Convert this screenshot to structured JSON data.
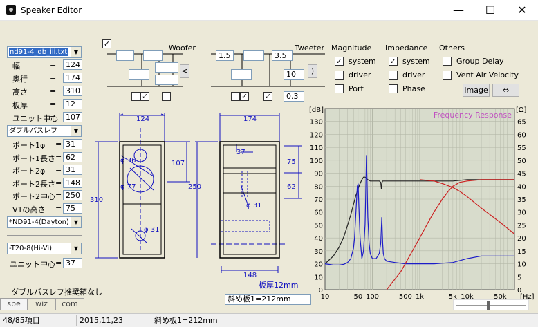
{
  "window": {
    "title": "Speaker Editor",
    "minimize": "—",
    "maximize": "☐",
    "close": "✕"
  },
  "left": {
    "driver_combo": "nd91-4_db_iii.txt",
    "dims": [
      {
        "label": "幅",
        "value": "124"
      },
      {
        "label": "奥行",
        "value": "174"
      },
      {
        "label": "高さ",
        "value": "310"
      },
      {
        "label": "板厚",
        "value": "12"
      },
      {
        "label": "ユニット中心",
        "value": "107"
      }
    ],
    "eq": "=",
    "enclosure_combo": "ダブルバスレフ",
    "ports": [
      {
        "label": "ポート1φ",
        "value": "31"
      },
      {
        "label": "ポート1長さ",
        "value": "62"
      },
      {
        "label": "ポート2φ",
        "value": "31"
      },
      {
        "label": "ポート2長さ",
        "value": "148"
      },
      {
        "label": "ポート2中心",
        "value": "250"
      },
      {
        "label": "V1の高さ",
        "value": "75"
      }
    ],
    "woofer_combo": "*ND91-4(Dayton)",
    "tweeter_combo": "-T20-8(Hi-Vi)",
    "tweeter_center_label": "ユニット中心",
    "tweeter_center_value": "37",
    "note": "ダブルバスレフ推奨箱なし"
  },
  "network": {
    "woofer_label": "Woofer",
    "tweeter_label": "Tweeter",
    "t_val1": "1.5",
    "t_val2": "3.5",
    "t_val3": "10",
    "t_val4": "0.3",
    "w_btn": "<",
    "t_btn": ")"
  },
  "drawing": {
    "width": "124",
    "depth": "174",
    "height": "310",
    "unit_center": "107",
    "port2_center": "250",
    "d_port1": "φ 36",
    "d_unit": "φ 77",
    "d_port_small": "φ 31",
    "d_side1": "37",
    "d_side_port": "φ 31",
    "v1": "75",
    "port1_len": "62",
    "port2_len": "148",
    "thickness_note": "板厚12mm",
    "slant_field": "斜め板1=212mm"
  },
  "options": {
    "magnitude_label": "Magnitude",
    "impedance_label": "Impedance",
    "others_label": "Others",
    "mag_items": [
      {
        "label": "system",
        "checked": true
      },
      {
        "label": "driver",
        "checked": false
      },
      {
        "label": "Port",
        "checked": false
      }
    ],
    "imp_items": [
      {
        "label": "system",
        "checked": true
      },
      {
        "label": "driver",
        "checked": false
      },
      {
        "label": "Phase",
        "checked": false
      }
    ],
    "other_items": [
      {
        "label": "Group Delay",
        "checked": false
      },
      {
        "label": "Vent Air Velocity",
        "checked": false
      }
    ],
    "image_button": "Image",
    "swap_button": "⇔"
  },
  "chart_data": {
    "type": "line",
    "title": "Frequency Response",
    "xlabel": "[Hz]",
    "ylabel_left": "[dB]",
    "ylabel_right": "[Ω]",
    "xscale": "log",
    "xlim": [
      10,
      100000
    ],
    "ylim_left": [
      0,
      140
    ],
    "ylim_right": [
      0,
      70
    ],
    "grid": true,
    "x_ticks": [
      "10",
      "50",
      "100",
      "500",
      "1k",
      "5k",
      "10k",
      "50k"
    ],
    "x_tick_values": [
      10,
      50,
      100,
      500,
      1000,
      5000,
      10000,
      50000
    ],
    "y_ticks_left": [
      "0",
      "10",
      "20",
      "30",
      "40",
      "50",
      "60",
      "70",
      "80",
      "90",
      "100",
      "110",
      "120",
      "130"
    ],
    "y_ticks_right": [
      "0",
      "5",
      "10",
      "15",
      "20",
      "25",
      "30",
      "35",
      "40",
      "45",
      "50",
      "55",
      "60",
      "65"
    ],
    "colors": {
      "plot_bg": "#d8dccc",
      "grid": "#b4b8a8",
      "magnitude": "#222222",
      "impedance": "#1c1cc8",
      "woofer": "#cc2020",
      "tweeter": "#cc2020",
      "title": "#c050c0"
    },
    "series": [
      {
        "key": "magnitude",
        "axis": "left",
        "x": [
          10,
          15,
          20,
          25,
          30,
          35,
          40,
          45,
          50,
          55,
          60,
          65,
          70,
          75,
          80,
          90,
          100,
          120,
          140,
          150,
          155,
          160,
          165,
          170,
          180,
          200,
          300,
          500,
          1000,
          2000,
          5000,
          10000,
          30000,
          100000
        ],
        "y": [
          20,
          26,
          33,
          41,
          50,
          58,
          66,
          73,
          78,
          82,
          85,
          87,
          87,
          86,
          85,
          84,
          84,
          84,
          84,
          83,
          78,
          83,
          84,
          84,
          84,
          84,
          84,
          84,
          84,
          84,
          84,
          85,
          85,
          85
        ]
      },
      {
        "key": "impedance",
        "axis": "right",
        "x": [
          10,
          15,
          20,
          25,
          30,
          35,
          40,
          42,
          45,
          48,
          50,
          52,
          55,
          60,
          65,
          70,
          72,
          75,
          78,
          80,
          85,
          90,
          100,
          120,
          140,
          150,
          155,
          158,
          160,
          165,
          170,
          180,
          200,
          300,
          500,
          1000,
          2000,
          5000,
          10000,
          20000,
          50000,
          100000
        ],
        "y": [
          10,
          9.5,
          9.5,
          9.8,
          10.5,
          12,
          16,
          20,
          30,
          40,
          41,
          32,
          20,
          12,
          15,
          25,
          35,
          52,
          38,
          28,
          18,
          14,
          12,
          12,
          14,
          18,
          24,
          28,
          25,
          18,
          14,
          12,
          11,
          10.5,
          10,
          10,
          10,
          10.5,
          12,
          13,
          13,
          13
        ]
      },
      {
        "key": "woofer_rolloff",
        "axis": "left",
        "x": [
          1000,
          2000,
          3000,
          5000,
          7000,
          10000,
          20000,
          50000,
          100000
        ],
        "y": [
          85,
          84,
          82,
          79,
          76,
          72,
          63,
          52,
          43
        ]
      },
      {
        "key": "tweeter_rolloff",
        "axis": "left",
        "x": [
          200,
          400,
          700,
          1000,
          1500,
          2000,
          3000,
          4000,
          5000,
          7000,
          10000,
          20000,
          50000,
          100000
        ],
        "y": [
          0,
          14,
          30,
          40,
          52,
          60,
          70,
          76,
          80,
          83,
          84,
          85,
          85,
          85
        ]
      }
    ]
  },
  "tabs": [
    "spe",
    "wiz",
    "com"
  ],
  "status": {
    "left": "48/85項目",
    "date": "2015,11,23",
    "info": "斜め板1=212mm"
  }
}
